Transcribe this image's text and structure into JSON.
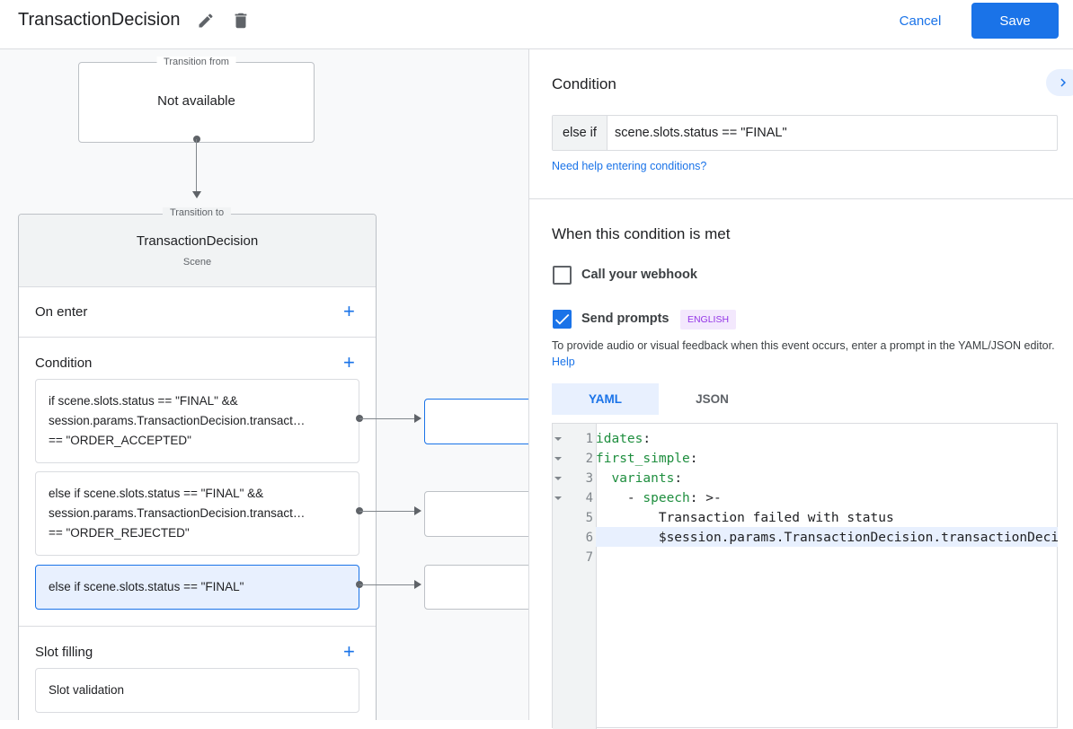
{
  "header": {
    "title": "TransactionDecision",
    "cancel_label": "Cancel",
    "save_label": "Save"
  },
  "canvas": {
    "transition_from_label": "Transition from",
    "transition_from_value": "Not available",
    "transition_to_label": "Transition to",
    "scene_name": "TransactionDecision",
    "scene_type": "Scene",
    "on_enter": "On enter",
    "condition": "Condition",
    "conditions": [
      {
        "lines": [
          "if scene.slots.status == \"FINAL\" &&",
          "session.params.TransactionDecision.transact…",
          "== \"ORDER_ACCEPTED\""
        ]
      },
      {
        "lines": [
          "else if scene.slots.status == \"FINAL\" &&",
          "session.params.TransactionDecision.transact…",
          "== \"ORDER_REJECTED\""
        ]
      },
      {
        "lines": [
          "else if scene.slots.status == \"FINAL\""
        ]
      }
    ],
    "slot_filling": "Slot filling",
    "slot_validation": "Slot validation"
  },
  "panel": {
    "condition_title": "Condition",
    "condition_prefix": "else if",
    "condition_value": "scene.slots.status == \"FINAL\"",
    "help_link": "Need help entering conditions?",
    "met_title": "When this condition is met",
    "webhook_label": "Call your webhook",
    "webhook_checked": false,
    "prompts_label": "Send prompts",
    "prompts_checked": true,
    "language_badge": "ENGLISH",
    "description": "To provide audio or visual feedback when this event occurs, enter a prompt in the YAML/JSON editor.",
    "description_help": "Help",
    "tabs": [
      {
        "label": "YAML",
        "active": true
      },
      {
        "label": "JSON",
        "active": false
      }
    ],
    "code_lines": [
      {
        "n": "1",
        "key": "idates",
        "rest": ":"
      },
      {
        "n": "2",
        "key": "first_simple",
        "rest": ":"
      },
      {
        "n": "3",
        "indent": "  ",
        "key": "variants",
        "rest": ":"
      },
      {
        "n": "4",
        "indent": "    - ",
        "key": "speech",
        "rest": ": >-"
      },
      {
        "n": "5",
        "text": "        Transaction failed with status"
      },
      {
        "n": "6",
        "text": "        $session.params.TransactionDecision.transactionDecision"
      },
      {
        "n": "7",
        "text": ""
      }
    ]
  },
  "colors": {
    "accent": "#1a73e8",
    "selected_bg": "#e8f0fe",
    "badge_bg": "#f3e8fd",
    "badge_text": "#9334e6",
    "yaml_key": "#1e8e3e"
  }
}
